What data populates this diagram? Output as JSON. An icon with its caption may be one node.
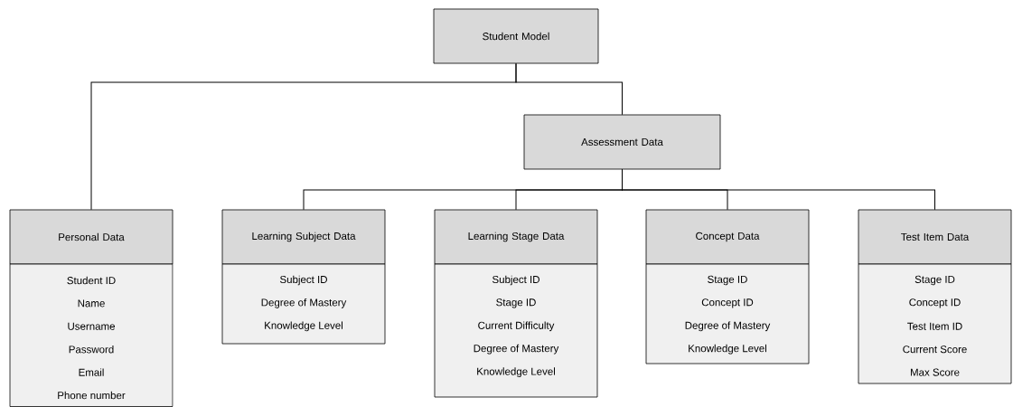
{
  "diagram": {
    "nodes": [
      {
        "text": [
          "Student Model"
        ]
      },
      {
        "text": [
          "Personal Data",
          "Student ID",
          "Name",
          "Username",
          "Password",
          "Email",
          "Phone number"
        ]
      },
      {
        "text": [
          "Assessment Data"
        ]
      },
      {
        "text": [
          "Learning Subject Data",
          "Subject ID",
          "Degree of Mastery",
          "Knowledge Level"
        ]
      },
      {
        "text": [
          "Learning Stage Data",
          "Subject ID",
          "Stage ID",
          "Current Difficulty",
          "Degree of Mastery",
          "Knowledge Level"
        ]
      },
      {
        "text": [
          "Concept Data",
          "Stage ID",
          "Concept ID",
          "Degree of Mastery",
          "Knowledge Level"
        ]
      },
      {
        "text": [
          "Test Item Data",
          "Stage ID",
          "Concept ID",
          "Test Item ID",
          "Current Score",
          "Max Score"
        ]
      }
    ],
    "edges": [
      {
        "from": 0,
        "to": 1,
        "arrow": "none"
      },
      {
        "from": 0,
        "to": 2,
        "arrow": "none"
      },
      {
        "from": 2,
        "to": 3,
        "arrow": "none"
      },
      {
        "from": 2,
        "to": 4,
        "arrow": "none"
      },
      {
        "from": 2,
        "to": 5,
        "arrow": "none"
      },
      {
        "from": 2,
        "to": 6,
        "arrow": "none"
      }
    ]
  }
}
